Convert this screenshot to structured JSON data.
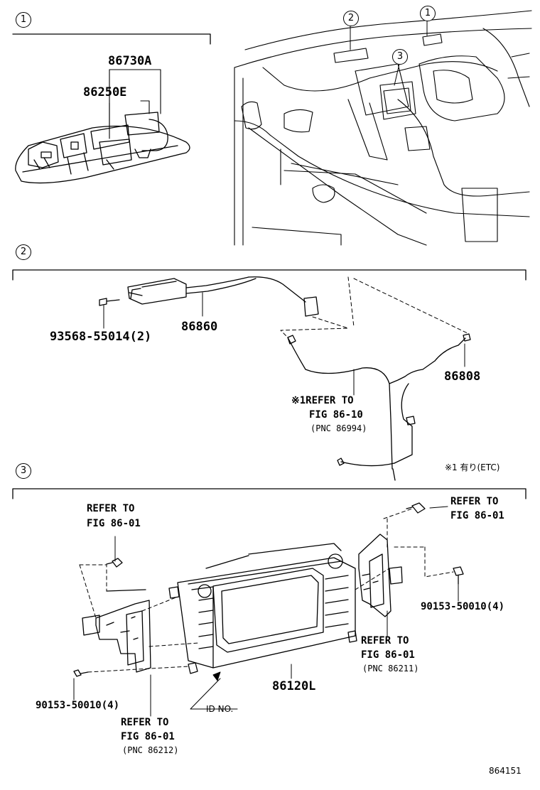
{
  "sections": [
    {
      "number": "1"
    },
    {
      "number": "2"
    },
    {
      "number": "3"
    }
  ],
  "callouts": {
    "top_1": "1",
    "top_2": "2",
    "top_3": "3"
  },
  "section1": {
    "part_a": "86730A",
    "part_b": "86250E"
  },
  "section2": {
    "bolt": "93568-55014(2)",
    "module": "86860",
    "cable": "86808",
    "refer_mark": "※1",
    "refer_line1": "REFER TO",
    "refer_line2": "FIG 86-10",
    "refer_line3": "(PNC 86994)",
    "note": "※1 有り(ETC)"
  },
  "section3": {
    "ref_left_1": "REFER TO",
    "ref_left_2": "FIG 86-01",
    "ref_right_1": "REFER TO",
    "ref_right_2": "FIG 86-01",
    "screw_right": "90153-50010(4)",
    "ref_mid_1": "REFER TO",
    "ref_mid_2": "FIG 86-01",
    "ref_mid_3": "(PNC 86211)",
    "screw_left": "90153-50010(4)",
    "unit": "86120L",
    "id_no": "ID NO.",
    "ref_bottom_1": "REFER TO",
    "ref_bottom_2": "FIG 86-01",
    "ref_bottom_3": "(PNC 86212)"
  },
  "figure_id": "864151"
}
